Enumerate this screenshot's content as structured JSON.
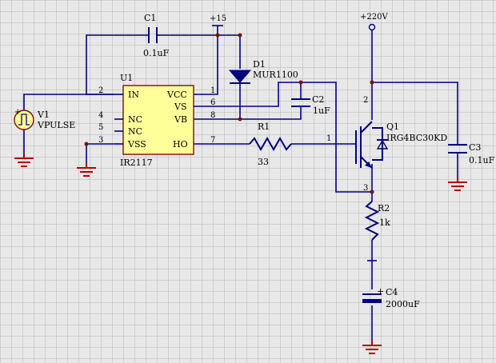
{
  "power": {
    "vcc15": "+15",
    "hv": "+220V"
  },
  "ic": {
    "ref": "U1",
    "part": "IR2117",
    "pins": [
      {
        "num": "2",
        "name": "IN"
      },
      {
        "num": "4",
        "name": "NC"
      },
      {
        "num": "5",
        "name": "NC"
      },
      {
        "num": "3",
        "name": "VSS"
      },
      {
        "num": "1",
        "name": "VCC"
      },
      {
        "num": "6",
        "name": "VS"
      },
      {
        "num": "8",
        "name": "VB"
      },
      {
        "num": "7",
        "name": "HO"
      }
    ]
  },
  "v1": {
    "ref": "V1",
    "value": "VPULSE"
  },
  "c1": {
    "ref": "C1",
    "value": "0.1uF"
  },
  "d1": {
    "ref": "D1",
    "value": "MUR1100"
  },
  "c2": {
    "ref": "C2",
    "value": "1uF"
  },
  "r1": {
    "ref": "R1",
    "value": "33"
  },
  "q1": {
    "ref": "Q1",
    "value": "IRG4BC30KD",
    "pin_gate": "1",
    "pin_collector": "2",
    "pin_emitter": "3"
  },
  "c3": {
    "ref": "C3",
    "value": "0.1uF"
  },
  "r2": {
    "ref": "R2",
    "value": "1k"
  },
  "c4": {
    "ref": "C4",
    "value": "2000uF",
    "polarity": "+"
  },
  "colors": {
    "background": "#e8e8e8",
    "grid": "#b4b4b4",
    "wire": "#00007f",
    "ground": "#b80000",
    "ic_fill": "#ffff99",
    "junction": "#7a1010"
  }
}
